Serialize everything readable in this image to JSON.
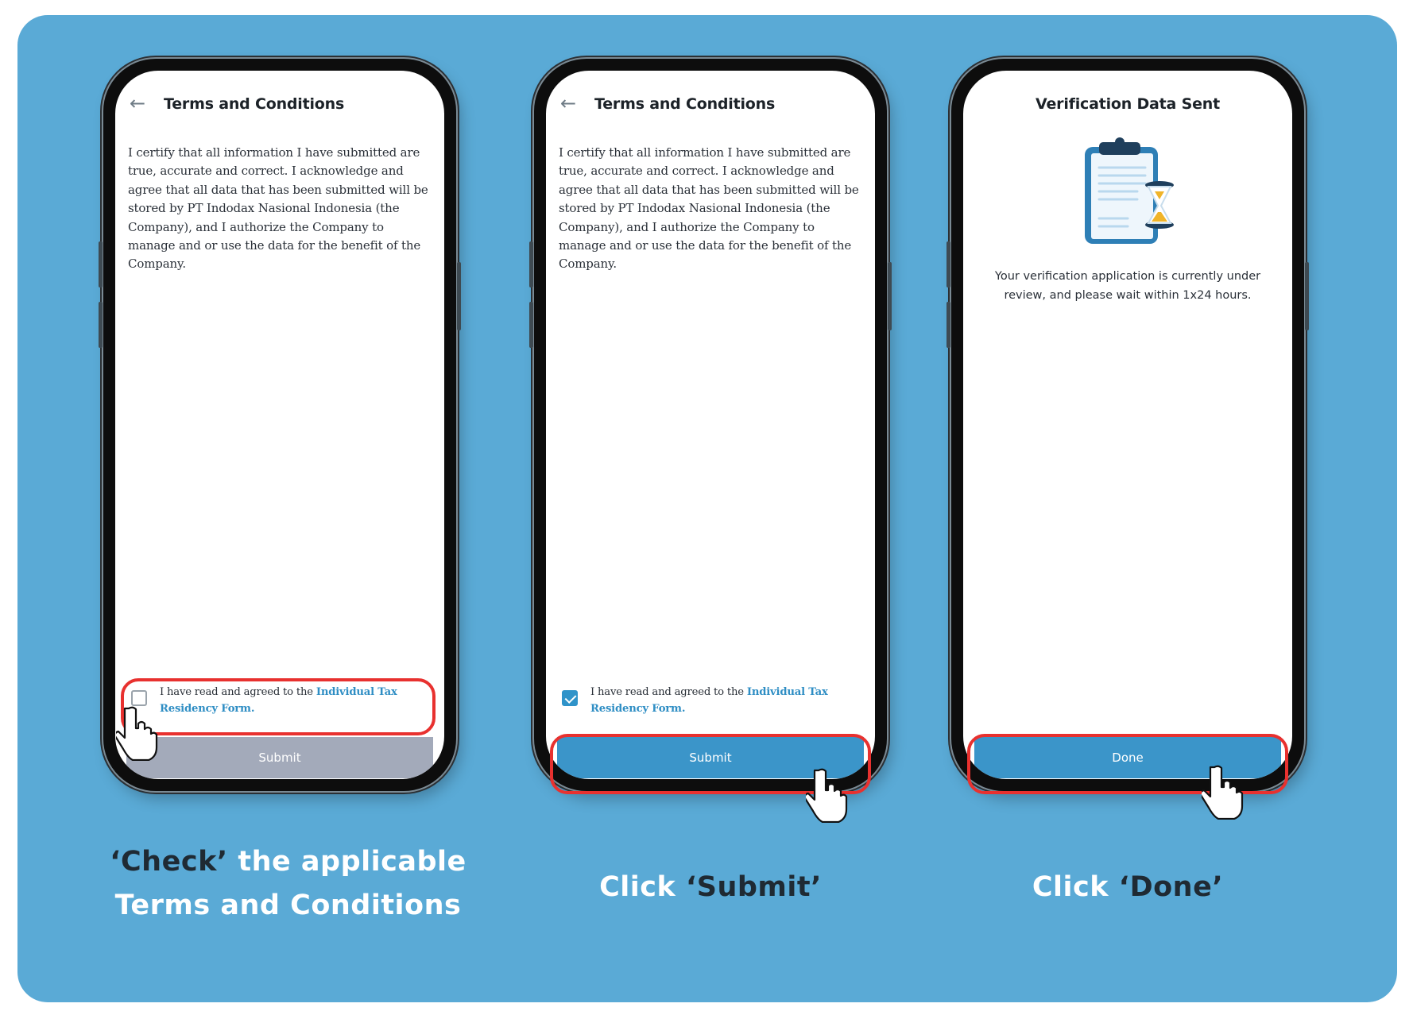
{
  "colors": {
    "panel_background": "#5aaad6",
    "primary_button": "#3b95c9",
    "disabled_button": "#a3aaba",
    "highlight_outline": "#e8312f",
    "link": "#2f8ec4"
  },
  "steps": [
    {
      "screen": {
        "back_icon": "←",
        "title": "Terms and Conditions",
        "body": "I certify that all information I have submitted are true, accurate and correct. I acknowledge and agree that all data that has been submitted will be stored by PT Indodax Nasional Indonesia (the Company), and I authorize the Company to manage and or use the data for the benefit of the Company.",
        "agreement_prefix": "I have read and agreed to the ",
        "agreement_link": "Individual Tax Residency Form",
        "agreement_suffix": ".",
        "checkbox_checked": false,
        "button_label": "Submit",
        "button_state": "disabled"
      },
      "caption_line1_quote_open": "‘",
      "caption_line1_keyword": "Check",
      "caption_line1_quote_close": "’",
      "caption_line1_rest": " the applicable",
      "caption_line2": "Terms and Conditions"
    },
    {
      "screen": {
        "back_icon": "←",
        "title": "Terms and Conditions",
        "body": "I certify that all information I have submitted are true, accurate and correct. I acknowledge and agree that all data that has been submitted will be stored by PT Indodax Nasional Indonesia (the Company), and I authorize the Company to manage and or use the data for the benefit of the Company.",
        "agreement_prefix": "I have read and agreed to the ",
        "agreement_link": "Individual Tax Residency Form",
        "agreement_suffix": ".",
        "checkbox_checked": true,
        "button_label": "Submit",
        "button_state": "enabled"
      },
      "caption_prefix": "Click ",
      "caption_quote_open": "‘",
      "caption_keyword": "Submit",
      "caption_quote_close": "’"
    },
    {
      "screen": {
        "title": "Verification Data Sent",
        "illustration": "clipboard-hourglass-icon",
        "status_text": "Your verification application is currently under review, and please wait within 1x24 hours.",
        "button_label": "Done",
        "button_state": "enabled"
      },
      "caption_prefix": "Click ",
      "caption_quote_open": "‘",
      "caption_keyword": "Done",
      "caption_quote_close": "’"
    }
  ]
}
